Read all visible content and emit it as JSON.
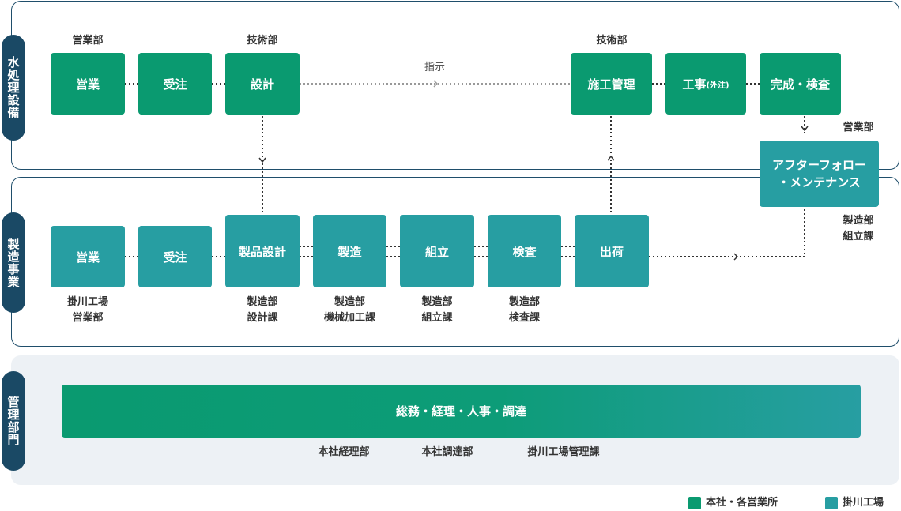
{
  "sections": {
    "water": {
      "tab": "水処理設備"
    },
    "manufacturing": {
      "tab": "製造事業"
    },
    "admin": {
      "tab": "管理部門"
    }
  },
  "water": {
    "sales": "営業",
    "order": "受注",
    "design": "設計",
    "construction_mgmt": "施工管理",
    "construction": "工事",
    "construction_note": "(外注)",
    "completion": "完成・検査",
    "instruction": "指示",
    "dept_sales": "営業部",
    "dept_tech_1": "技術部",
    "dept_tech_2": "技術部"
  },
  "after_follow": {
    "line1": "アフターフォロー",
    "line2": "・メンテナンス",
    "dept_top": "営業部",
    "dept_bottom_1": "製造部",
    "dept_bottom_2": "組立課"
  },
  "manufacturing": {
    "sales": "営業",
    "order": "受注",
    "product_design": "製品設計",
    "production": "製造",
    "assembly": "組立",
    "inspection": "検査",
    "shipping": "出荷",
    "dept_sales_1": "掛川工場",
    "dept_sales_2": "営業部",
    "dept_design_1": "製造部",
    "dept_design_2": "設計課",
    "dept_production_1": "製造部",
    "dept_production_2": "機械加工課",
    "dept_assembly_1": "製造部",
    "dept_assembly_2": "組立課",
    "dept_inspection_1": "製造部",
    "dept_inspection_2": "検査課"
  },
  "admin": {
    "bar": "総務・経理・人事・調達",
    "dept_1": "本社経理部",
    "dept_2": "本社調達部",
    "dept_3": "掛川工場管理課"
  },
  "legend": {
    "hq": {
      "label": "本社・各営業所",
      "color": "#0a9a70"
    },
    "factory": {
      "label": "掛川工場",
      "color": "#279ea2"
    }
  }
}
